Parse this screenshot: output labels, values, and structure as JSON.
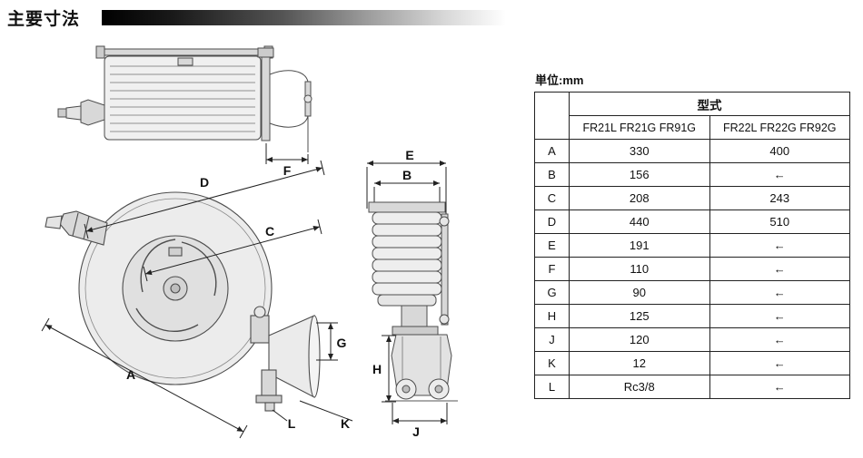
{
  "page": {
    "title": "主要寸法",
    "unit_label": "単位:mm"
  },
  "colors": {
    "title_bar_start": "#000000",
    "title_bar_end": "#ffffff",
    "drawing_stroke": "#4d4d4d",
    "table_border": "#222222"
  },
  "spec_table": {
    "model_header": "型式",
    "model_columns": [
      "FR21L FR21G FR91G",
      "FR22L FR22G FR92G"
    ],
    "rows": [
      {
        "dim": "A",
        "val1": "330",
        "val2": "400"
      },
      {
        "dim": "B",
        "val1": "156",
        "val2": "←"
      },
      {
        "dim": "C",
        "val1": "208",
        "val2": "243"
      },
      {
        "dim": "D",
        "val1": "440",
        "val2": "510"
      },
      {
        "dim": "E",
        "val1": "191",
        "val2": "←"
      },
      {
        "dim": "F",
        "val1": "110",
        "val2": "←"
      },
      {
        "dim": "G",
        "val1": "90",
        "val2": "←"
      },
      {
        "dim": "H",
        "val1": "125",
        "val2": "←"
      },
      {
        "dim": "J",
        "val1": "120",
        "val2": "←"
      },
      {
        "dim": "K",
        "val1": "12",
        "val2": "←"
      },
      {
        "dim": "L",
        "val1": "Rc3/8",
        "val2": "←"
      }
    ]
  },
  "diagram": {
    "dimension_labels": {
      "A": "A",
      "B": "B",
      "C": "C",
      "D": "D",
      "E": "E",
      "F": "F",
      "G": "G",
      "H": "H",
      "J": "J",
      "K": "K",
      "L": "L"
    }
  }
}
